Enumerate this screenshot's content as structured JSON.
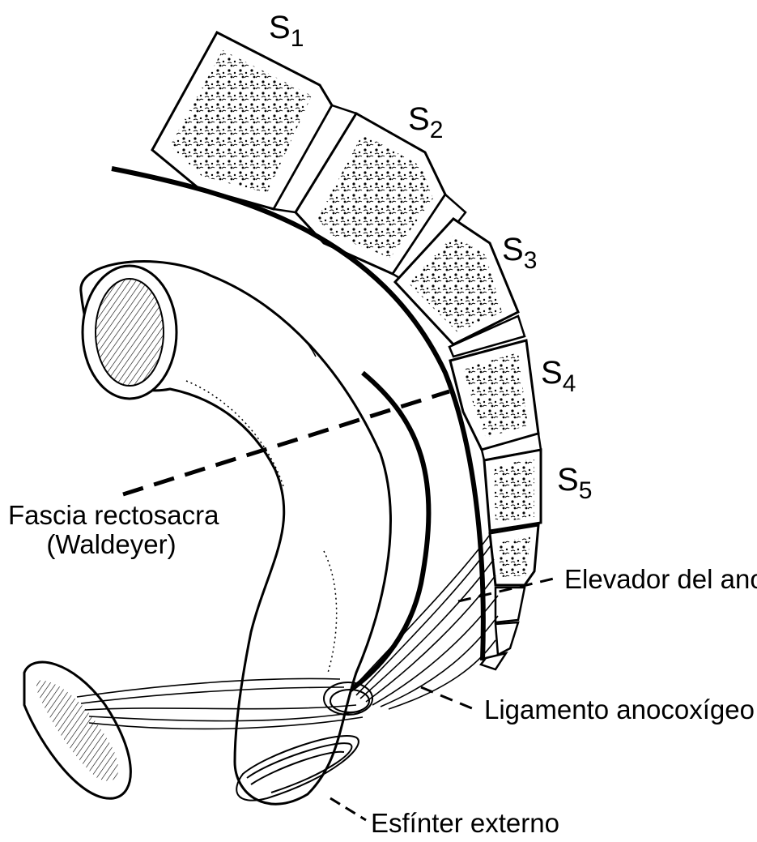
{
  "vertebrae": [
    {
      "letter": "S",
      "index": "1"
    },
    {
      "letter": "S",
      "index": "2"
    },
    {
      "letter": "S",
      "index": "3"
    },
    {
      "letter": "S",
      "index": "4"
    },
    {
      "letter": "S",
      "index": "5"
    }
  ],
  "labels": {
    "fascia_line1": "Fascia rectosacra",
    "fascia_line2": "(Waldeyer)",
    "elevador": "Elevador del ano",
    "ligamento": "Ligamento anocoxígeo",
    "esfinter": "Esfínter externo"
  },
  "colors": {
    "ink": "#000000",
    "background": "#ffffff",
    "bone_fill": "#ffffff"
  }
}
